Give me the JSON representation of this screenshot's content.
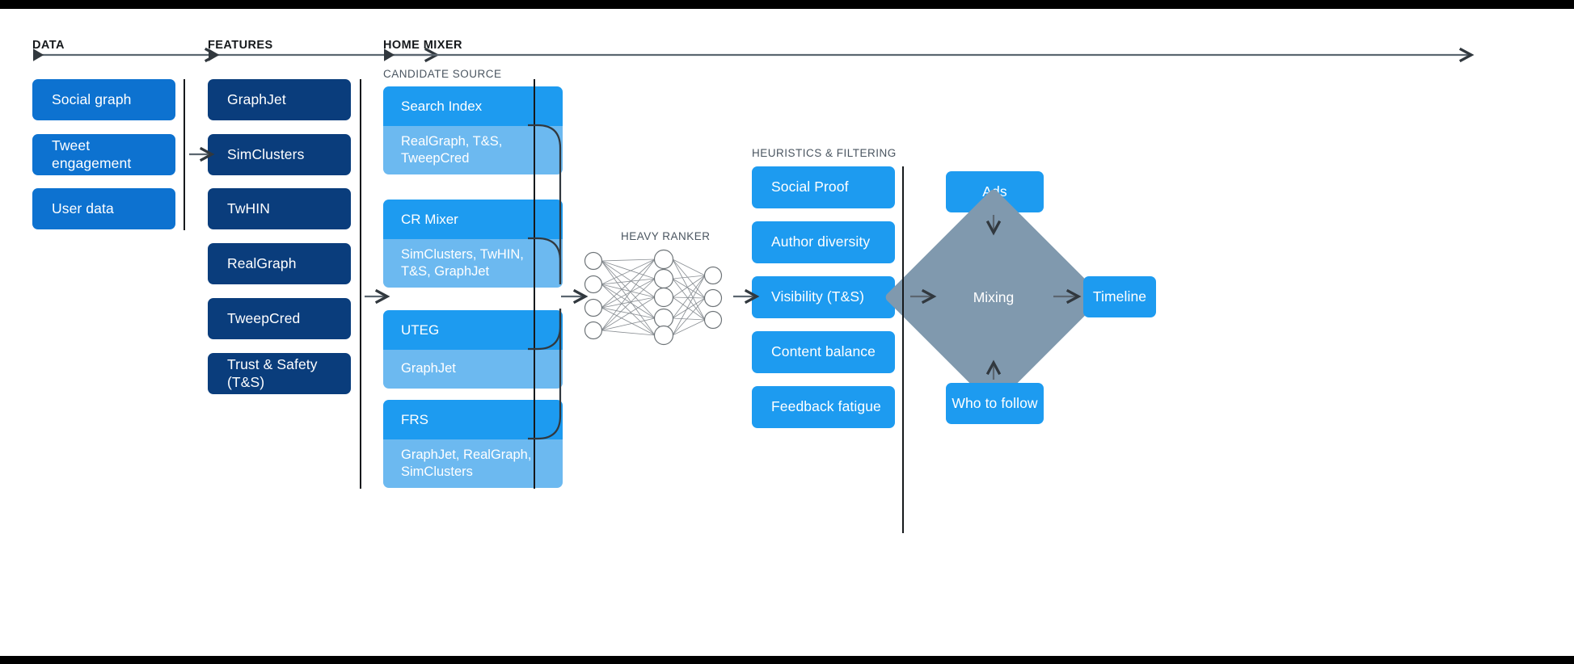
{
  "sections": {
    "data": {
      "label": "DATA"
    },
    "features": {
      "label": "FEATURES"
    },
    "home_mixer": {
      "label": "HOME MIXER"
    },
    "candidate_source": {
      "label": "CANDIDATE SOURCE"
    },
    "heavy_ranker": {
      "label": "HEAVY RANKER"
    },
    "heuristics": {
      "label": "HEURISTICS & FILTERING"
    }
  },
  "data_boxes": [
    {
      "label": "Social graph"
    },
    {
      "label": "Tweet engagement"
    },
    {
      "label": "User data"
    }
  ],
  "feature_boxes": [
    {
      "label": "GraphJet"
    },
    {
      "label": "SimClusters"
    },
    {
      "label": "TwHIN"
    },
    {
      "label": "RealGraph"
    },
    {
      "label": "TweepCred"
    },
    {
      "label": "Trust & Safety (T&S)"
    }
  ],
  "candidate_sources": [
    {
      "title": "Search Index",
      "features": "RealGraph, T&S,\nTweepCred"
    },
    {
      "title": "CR Mixer",
      "features": "SimClusters, TwHIN,\nT&S, GraphJet"
    },
    {
      "title": "UTEG",
      "features": "GraphJet"
    },
    {
      "title": "FRS",
      "features": "GraphJet, RealGraph,\nSimClusters"
    }
  ],
  "heuristic_boxes": [
    {
      "label": "Social Proof"
    },
    {
      "label": "Author diversity"
    },
    {
      "label": "Visibility (T&S)"
    },
    {
      "label": "Content balance"
    },
    {
      "label": "Feedback fatigue"
    }
  ],
  "output_stage": {
    "ads": {
      "label": "Ads"
    },
    "mixing": {
      "label": "Mixing"
    },
    "timeline": {
      "label": "Timeline"
    },
    "who_to_follow": {
      "label": "Who to follow"
    }
  },
  "neural_net": {
    "input_nodes": 4,
    "hidden_nodes": 5,
    "output_nodes": 3
  },
  "colors": {
    "mid_blue": "#0d72d0",
    "deep_navy": "#0a3d7c",
    "bright_blue": "#1d9bf0",
    "light_blue": "#6cb9f0",
    "diamond_gray": "#8099ae",
    "line_gray": "#5b6670",
    "bar_black": "#000000"
  }
}
